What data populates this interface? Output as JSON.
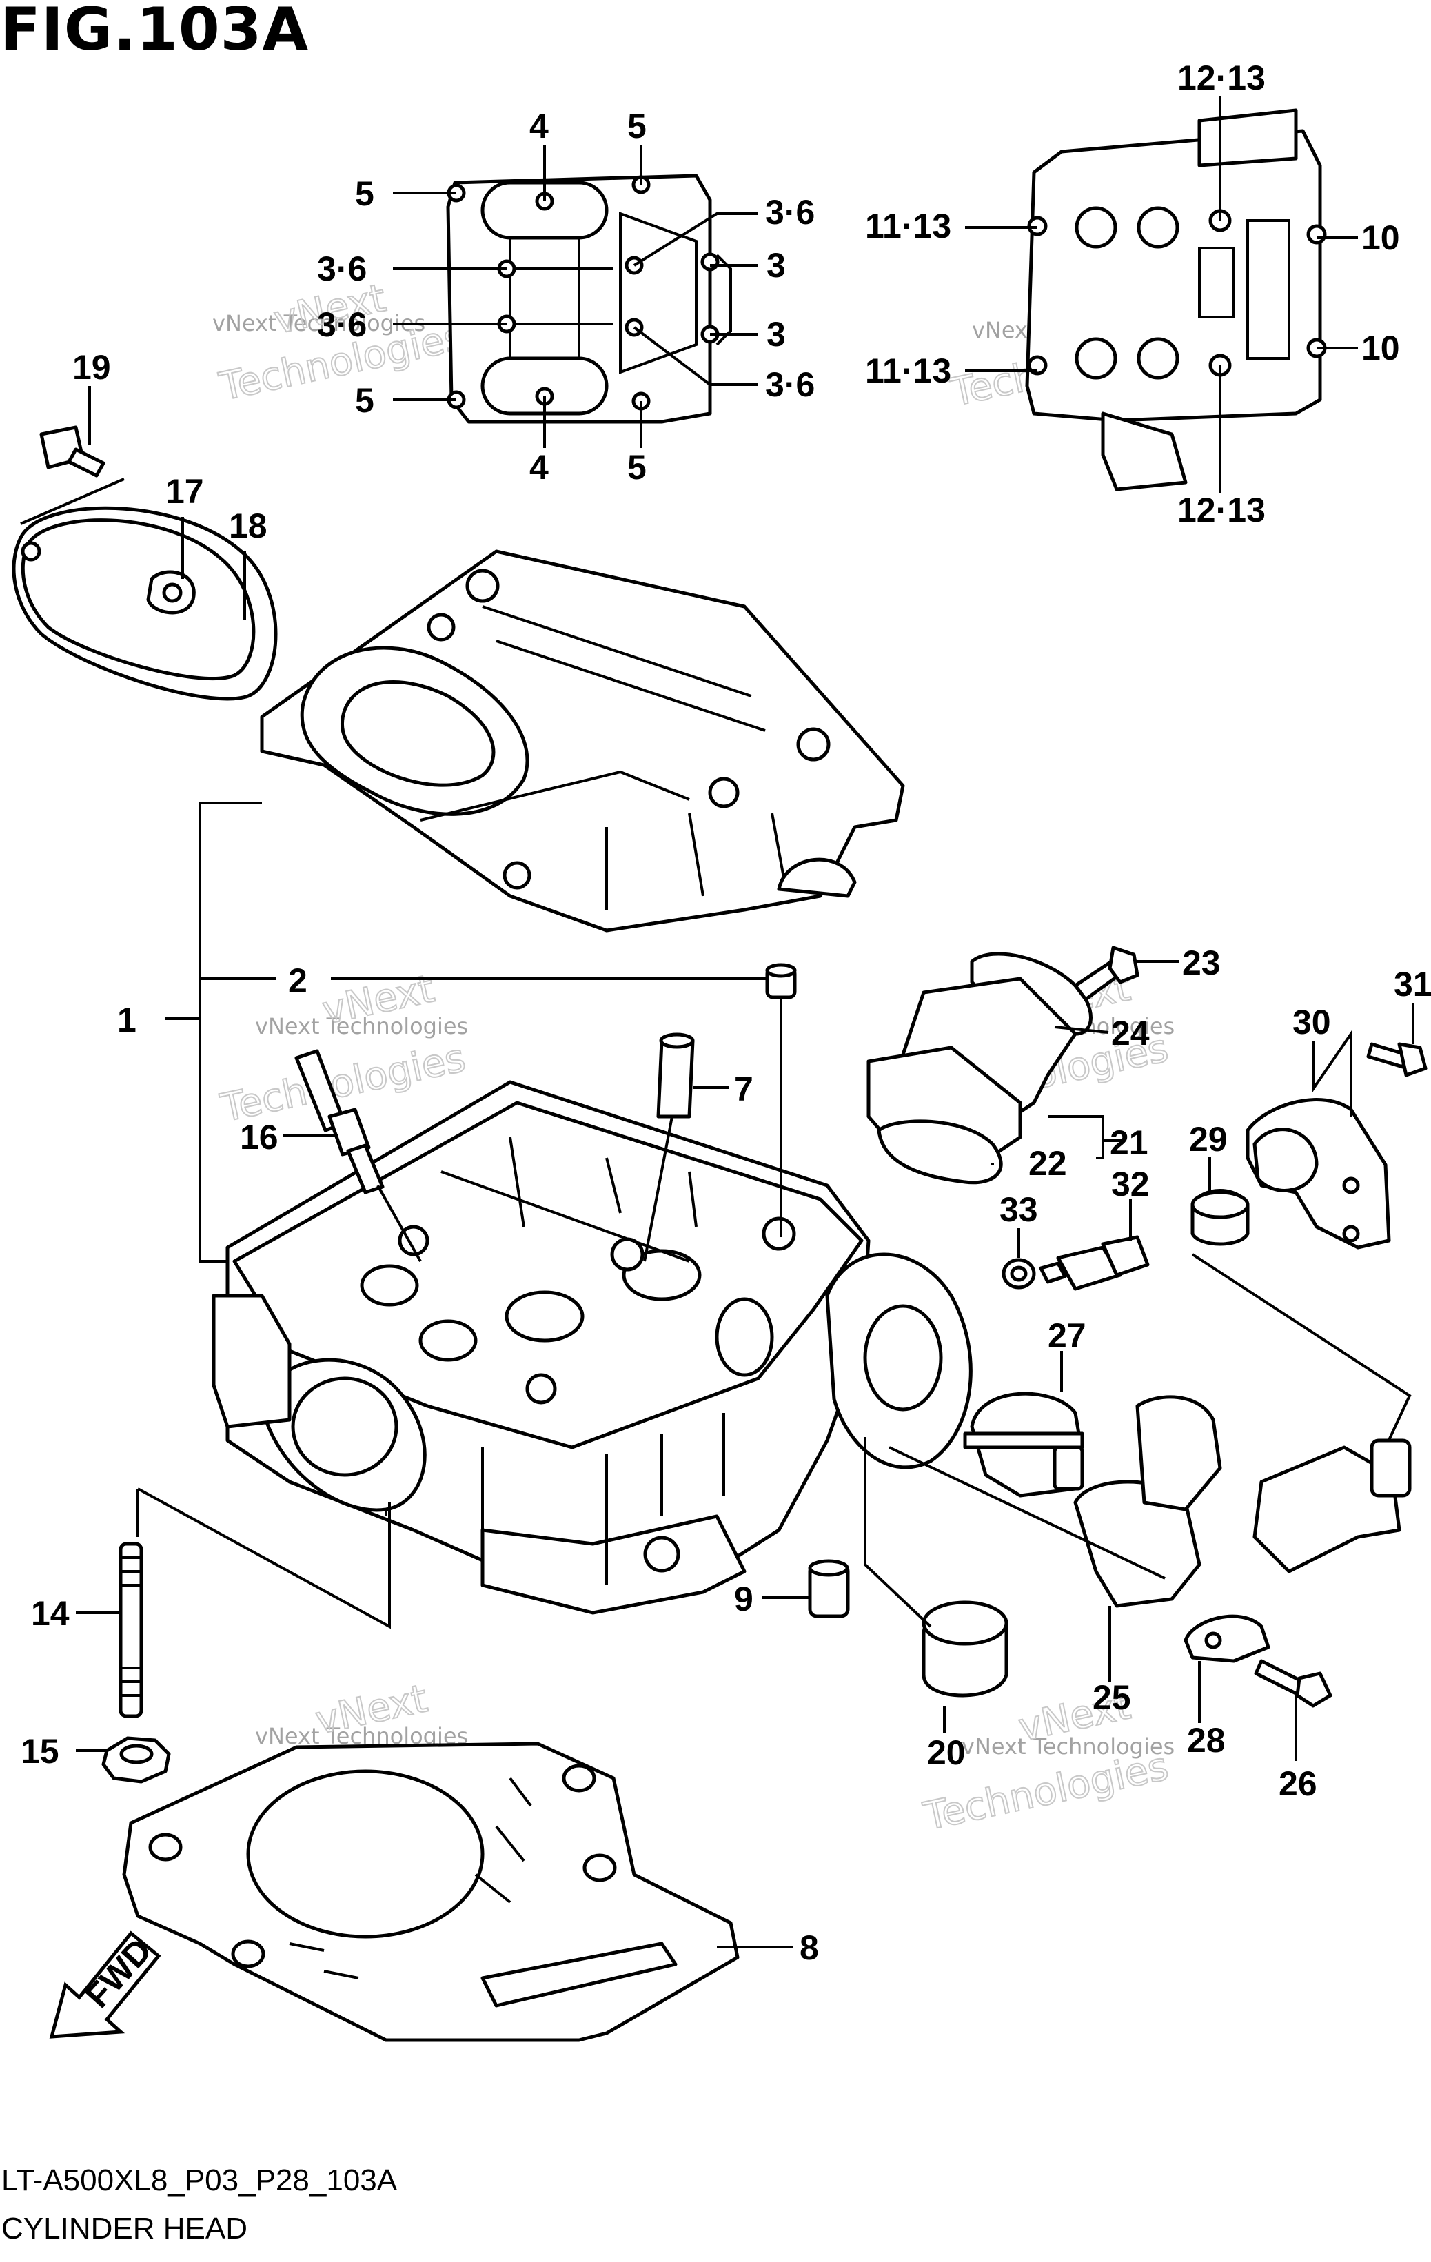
{
  "figure": {
    "title": "FIG.103A",
    "code": "LT-A500XL8_P03_P28_103A",
    "name": "CYLINDER HEAD"
  },
  "watermark": {
    "small": "vNext Technologies",
    "large_line1": "vNext",
    "large_line2": "Technologies"
  },
  "fwd_label": "FWD",
  "callouts": [
    {
      "id": "c-4-top",
      "text": "4"
    },
    {
      "id": "c-5-top",
      "text": "5"
    },
    {
      "id": "c-5-left-top",
      "text": "5"
    },
    {
      "id": "c-36-right-top",
      "text": "3·6"
    },
    {
      "id": "c-36-left-1",
      "text": "3·6"
    },
    {
      "id": "c-3-right-1",
      "text": "3"
    },
    {
      "id": "c-36-left-2",
      "text": "3·6"
    },
    {
      "id": "c-3-right-2",
      "text": "3"
    },
    {
      "id": "c-5-left-bot",
      "text": "5"
    },
    {
      "id": "c-36-right-bot",
      "text": "3·6"
    },
    {
      "id": "c-4-bot",
      "text": "4"
    },
    {
      "id": "c-5-bot",
      "text": "5"
    },
    {
      "id": "c-1213-top",
      "text": "12·13"
    },
    {
      "id": "c-1113-1",
      "text": "11·13"
    },
    {
      "id": "c-10-1",
      "text": "10"
    },
    {
      "id": "c-1113-2",
      "text": "11·13"
    },
    {
      "id": "c-10-2",
      "text": "10"
    },
    {
      "id": "c-1213-bot",
      "text": "12·13"
    },
    {
      "id": "c-19",
      "text": "19"
    },
    {
      "id": "c-17",
      "text": "17"
    },
    {
      "id": "c-18",
      "text": "18"
    },
    {
      "id": "c-2",
      "text": "2"
    },
    {
      "id": "c-1",
      "text": "1"
    },
    {
      "id": "c-23",
      "text": "23"
    },
    {
      "id": "c-31",
      "text": "31"
    },
    {
      "id": "c-24",
      "text": "24"
    },
    {
      "id": "c-30",
      "text": "30"
    },
    {
      "id": "c-7",
      "text": "7"
    },
    {
      "id": "c-16",
      "text": "16"
    },
    {
      "id": "c-21",
      "text": "21"
    },
    {
      "id": "c-22",
      "text": "22"
    },
    {
      "id": "c-29",
      "text": "29"
    },
    {
      "id": "c-32",
      "text": "32"
    },
    {
      "id": "c-33",
      "text": "33"
    },
    {
      "id": "c-27",
      "text": "27"
    },
    {
      "id": "c-14",
      "text": "14"
    },
    {
      "id": "c-9",
      "text": "9"
    },
    {
      "id": "c-25",
      "text": "25"
    },
    {
      "id": "c-28",
      "text": "28"
    },
    {
      "id": "c-15",
      "text": "15"
    },
    {
      "id": "c-20",
      "text": "20"
    },
    {
      "id": "c-26",
      "text": "26"
    },
    {
      "id": "c-8",
      "text": "8"
    }
  ]
}
